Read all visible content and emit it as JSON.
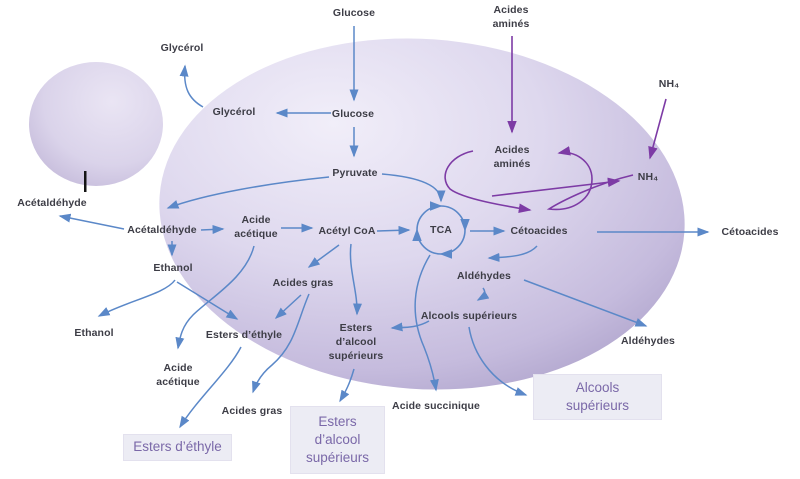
{
  "diagram": {
    "labels": {
      "glucose_out": "Glucose",
      "glucose_in": "Glucose",
      "glycerol_out": "Glycérol",
      "glycerol_in": "Glycérol",
      "pyruvate": "Pyruvate",
      "acides_amines_out": "Acides\naminés",
      "acides_amines_in": "Acides\naminés",
      "nh4_out": "NH₄",
      "nh4_in": "NH₄",
      "acetaldehyde_out": "Acétaldéhyde",
      "acetaldehyde_in": "Acétaldéhyde",
      "acide_acetique_in": "Acide\nacétique",
      "acide_acetique_out": "Acide\nacétique",
      "acetyl_coa": "Acétyl CoA",
      "tca": "TCA",
      "cetoacides_in": "Cétoacides",
      "cetoacides_out": "Cétoacides",
      "ethanol_in": "Ethanol",
      "ethanol_out": "Ethanol",
      "acides_gras_in": "Acides gras",
      "acides_gras_out": "Acides gras",
      "esters_ethyle_in": "Esters d’éthyle",
      "esters_alcool_in": "Esters\nd’alcool\nsupérieurs",
      "aldehydes_in": "Aldéhydes",
      "aldehydes_out": "Aldéhydes",
      "alcools_superieurs_in": "Alcools supérieurs",
      "acide_succinique": "Acide succinique"
    },
    "boxes": {
      "esters_ethyle": "Esters d’éthyle",
      "esters_alcool": "Esters\nd’alcool\nsupérieurs",
      "alcools_superieurs": "Alcools\nsupérieurs"
    },
    "colors": {
      "arrow_blue": "#5b88c8",
      "arrow_purple": "#7d3ba5",
      "label_text": "#3d3d46",
      "box_background": "#ececf4",
      "box_text": "#7a68a8",
      "cell_fill_light": "#f0edf8",
      "cell_fill_dark": "#aca1ca"
    }
  }
}
